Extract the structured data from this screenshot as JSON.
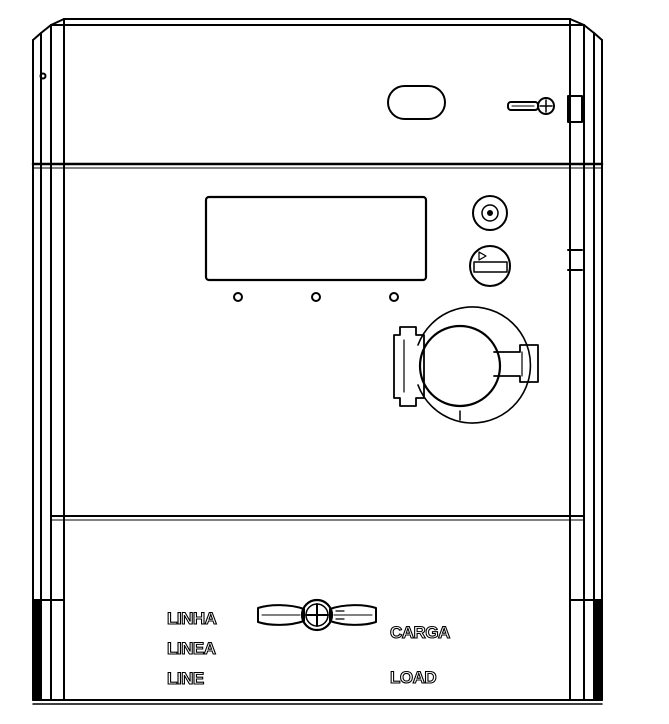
{
  "colors": {
    "line": "#000000",
    "background": "#ffffff"
  },
  "labels": {
    "line_side": [
      "LINHA",
      "LINEA",
      "LINE"
    ],
    "load_side": [
      "CARGA",
      "LOAD"
    ]
  }
}
